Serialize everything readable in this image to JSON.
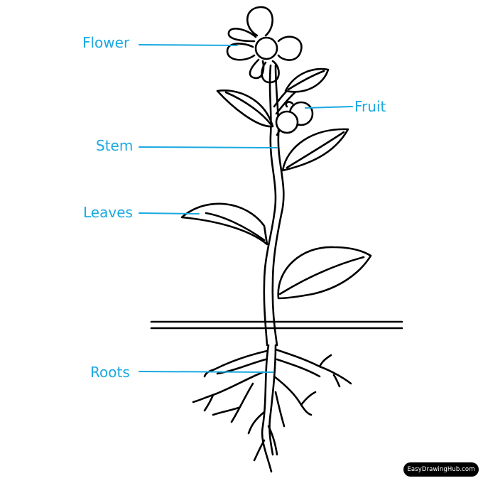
{
  "diagram": {
    "labels": {
      "flower": "Flower",
      "fruit": "Fruit",
      "stem": "Stem",
      "leaves": "Leaves",
      "roots": "Roots"
    },
    "colors": {
      "label": "#1aa9e0",
      "outline": "#000000",
      "background": "#ffffff"
    }
  },
  "watermark": "EasyDrawingHub.com"
}
